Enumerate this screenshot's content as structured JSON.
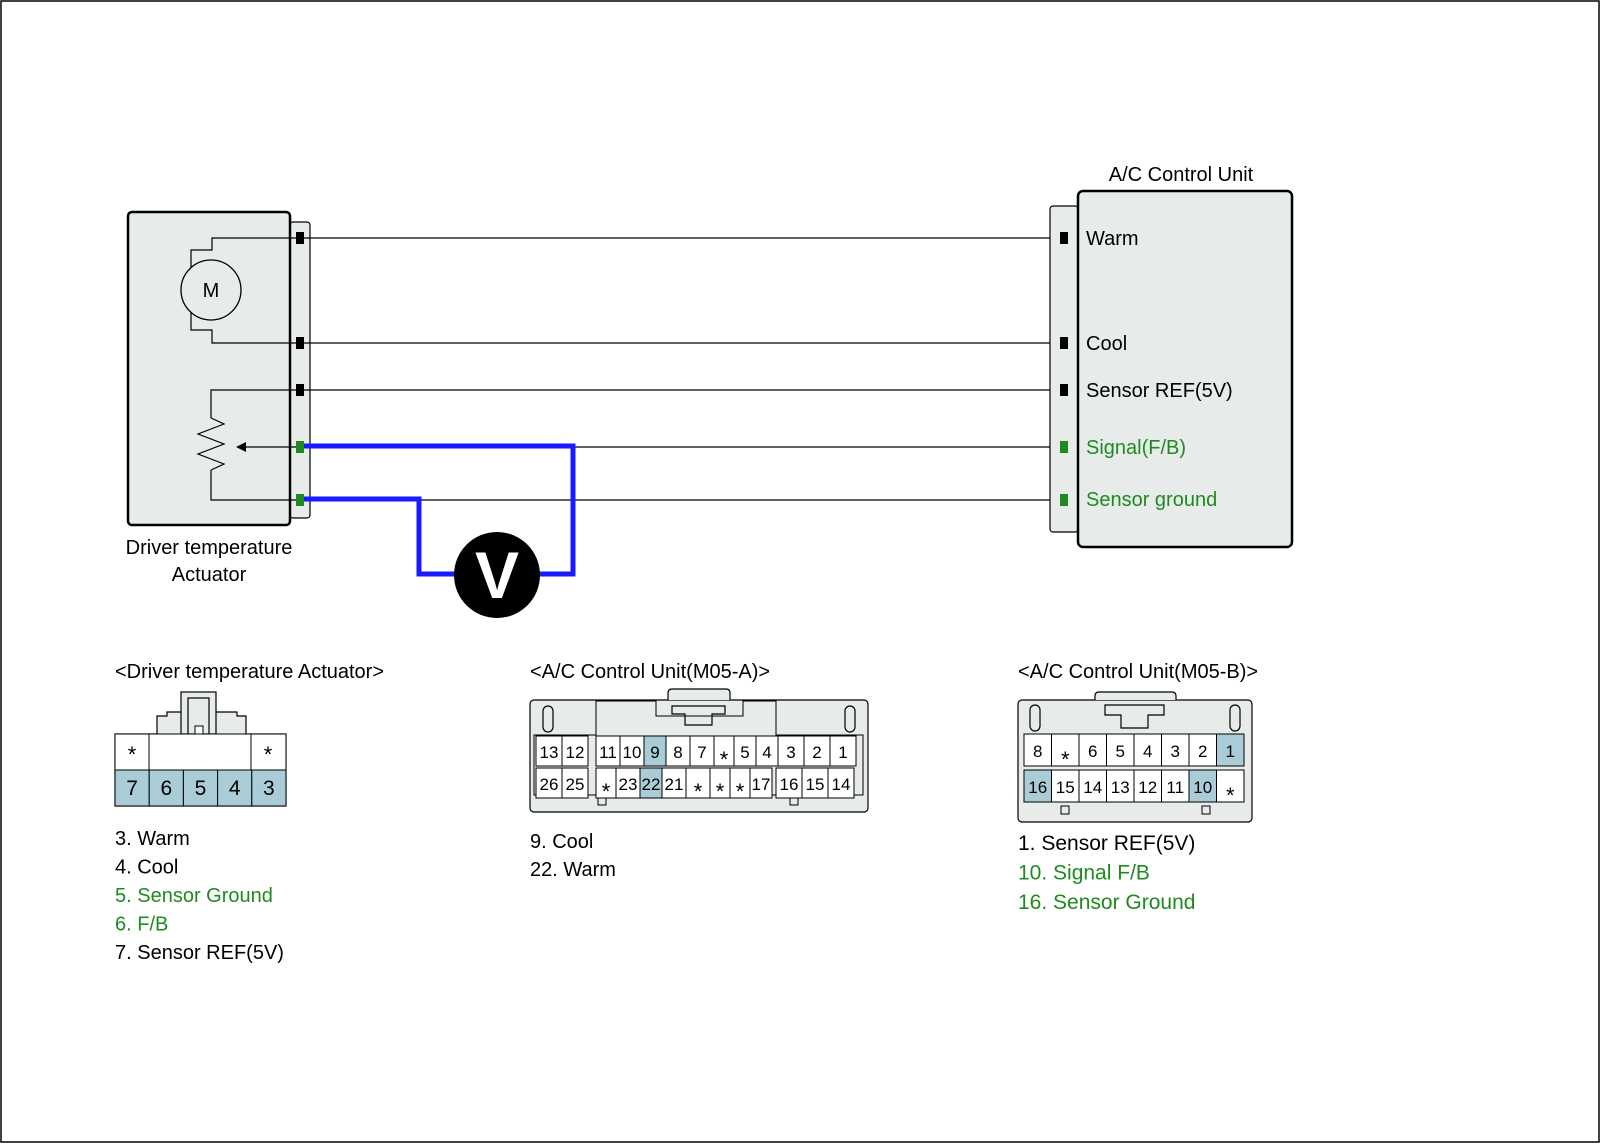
{
  "colors": {
    "wire": "#000000",
    "probe_wire": "#1a1aff",
    "fb_green": "#1f8a1f",
    "body_fill": "#e7eceb",
    "pin_highlight": "#a9ccd6",
    "pin_plain": "#ffffff"
  },
  "actuator": {
    "label_line1": "Driver temperature",
    "label_line2": "Actuator",
    "motor_symbol": "M",
    "motor_icon": "motor-icon",
    "pot_icon": "potentiometer-icon"
  },
  "ac_unit": {
    "title": "A/C Control Unit",
    "terminals": [
      {
        "label": "Warm",
        "color": "black"
      },
      {
        "label": "Cool",
        "color": "black"
      },
      {
        "label": "Sensor REF(5V)",
        "color": "black"
      },
      {
        "label": "Signal(F/B)",
        "color": "green"
      },
      {
        "label": "Sensor ground",
        "color": "green"
      }
    ]
  },
  "voltmeter": {
    "symbol": "V"
  },
  "connector_actuator": {
    "title": "<Driver temperature Actuator>",
    "row1": [
      "*",
      "",
      "",
      "",
      "*"
    ],
    "row2": [
      "7",
      "6",
      "5",
      "4",
      "3"
    ],
    "highlight_row2": [
      true,
      true,
      true,
      true,
      true
    ],
    "legend": [
      {
        "text": "3. Warm",
        "color": "black"
      },
      {
        "text": "4. Cool",
        "color": "black"
      },
      {
        "text": "5. Sensor Ground",
        "color": "green"
      },
      {
        "text": "6. F/B",
        "color": "green"
      },
      {
        "text": "7. Sensor REF(5V)",
        "color": "black"
      }
    ]
  },
  "connector_m05a": {
    "title": "<A/C Control Unit(M05-A)>",
    "row1": [
      "13",
      "12",
      "11",
      "10",
      "9",
      "8",
      "7",
      "*",
      "5",
      "4",
      "3",
      "2",
      "1"
    ],
    "row2": [
      "26",
      "25",
      "*",
      "23",
      "22",
      "21",
      "*",
      "*",
      "*",
      "17",
      "16",
      "15",
      "14"
    ],
    "highlight": [
      "9",
      "22"
    ],
    "legend": [
      {
        "text": "9. Cool",
        "color": "black"
      },
      {
        "text": "22. Warm",
        "color": "black"
      }
    ]
  },
  "connector_m05b": {
    "title": "<A/C Control Unit(M05-B)>",
    "row1": [
      "8",
      "*",
      "6",
      "5",
      "4",
      "3",
      "2",
      "1"
    ],
    "row2": [
      "16",
      "15",
      "14",
      "13",
      "12",
      "11",
      "10",
      "*"
    ],
    "highlight": [
      "1",
      "16",
      "10"
    ],
    "legend": [
      {
        "text": "1. Sensor REF(5V)",
        "color": "black"
      },
      {
        "text": "10. Signal F/B",
        "color": "green"
      },
      {
        "text": "16. Sensor Ground",
        "color": "green"
      }
    ]
  }
}
